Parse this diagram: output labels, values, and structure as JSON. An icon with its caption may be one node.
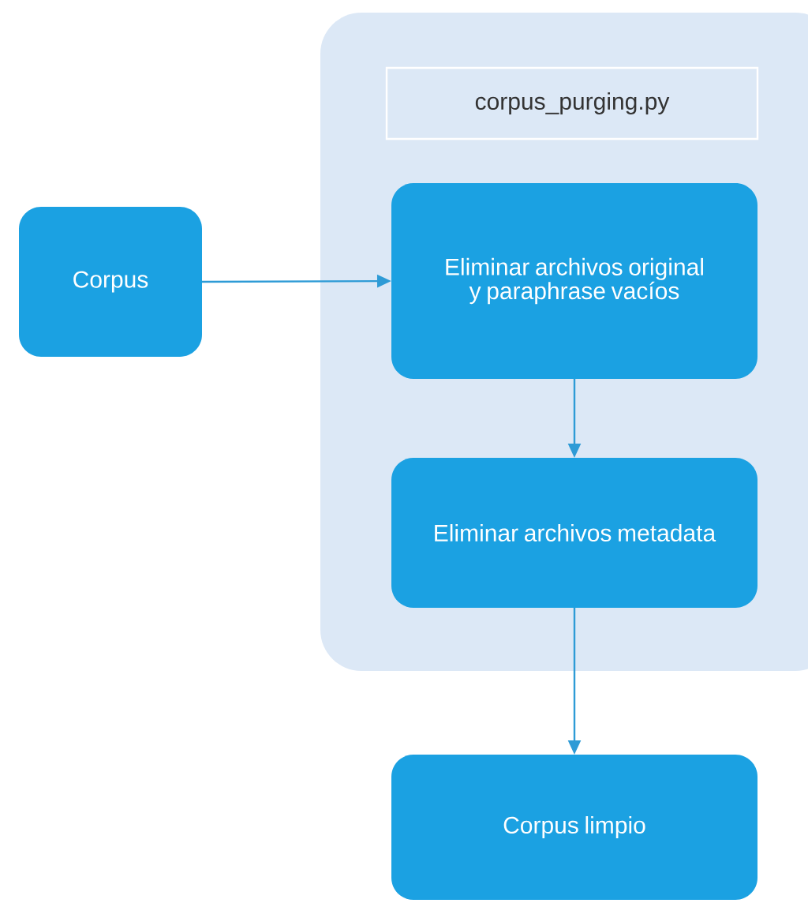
{
  "diagram": {
    "nodes": [
      {
        "text": [
          "Corpus"
        ]
      },
      {
        "text": [],
        "shape": "box"
      },
      {
        "text": [
          "corpus_purging.py"
        ],
        "in": 1
      },
      {
        "text": [
          "Eliminar archivos original y paraphrase vacíos"
        ],
        "in": 1
      },
      {
        "text": [
          "Eliminar archivos metadata"
        ],
        "in": 1
      },
      {
        "text": [
          "Corpus limpio"
        ]
      }
    ],
    "edges": [
      {
        "from": 0,
        "to": 3,
        "arrow": "to"
      },
      {
        "from": 3,
        "to": 4,
        "arrow": "to"
      },
      {
        "from": 4,
        "to": 5,
        "arrow": "to"
      }
    ]
  }
}
